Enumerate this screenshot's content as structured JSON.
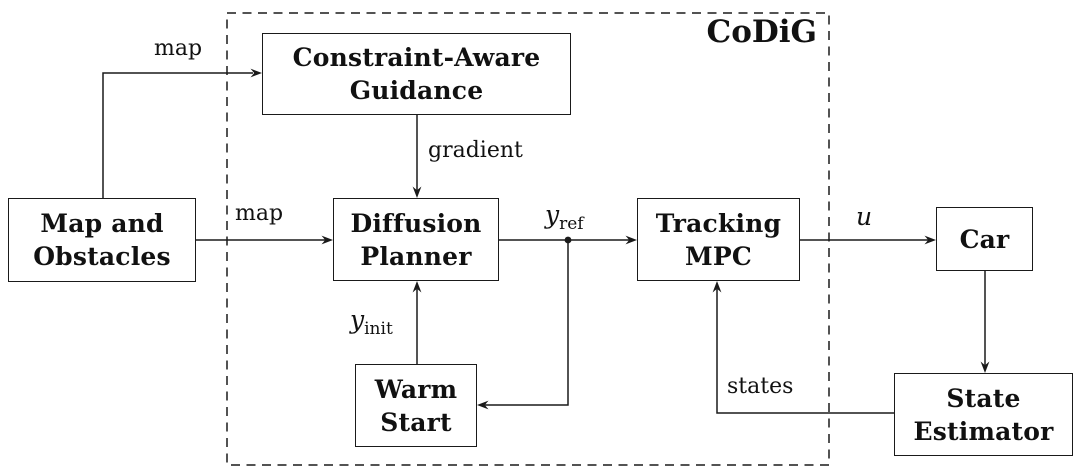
{
  "diagram": {
    "title": "CoDiG",
    "boxes": {
      "map_obstacles": {
        "line1": "Map and",
        "line2": "Obstacles"
      },
      "guidance": {
        "line1": "Constraint-Aware",
        "line2": "Guidance"
      },
      "diffusion_planner": {
        "line1": "Diffusion",
        "line2": "Planner"
      },
      "warm_start": {
        "line1": "Warm",
        "line2": "Start"
      },
      "tracking_mpc": {
        "line1": "Tracking",
        "line2": "MPC"
      },
      "car": {
        "line1": "Car"
      },
      "state_estimator": {
        "line1": "State",
        "line2": "Estimator"
      }
    },
    "edges": [
      {
        "id": "map-to-guidance",
        "from": "map_obstacles",
        "to": "guidance",
        "label": "map"
      },
      {
        "id": "map-to-planner",
        "from": "map_obstacles",
        "to": "diffusion_planner",
        "label": "map"
      },
      {
        "id": "guidance-to-planner",
        "from": "guidance",
        "to": "diffusion_planner",
        "label": "gradient"
      },
      {
        "id": "planner-to-mpc",
        "from": "diffusion_planner",
        "to": "tracking_mpc",
        "label_base": "y",
        "label_sub": "ref"
      },
      {
        "id": "junction-to-warmstart",
        "from": "planner_output_junction",
        "to": "warm_start",
        "label": ""
      },
      {
        "id": "warmstart-to-planner",
        "from": "warm_start",
        "to": "diffusion_planner",
        "label_base": "y",
        "label_sub": "init"
      },
      {
        "id": "mpc-to-car",
        "from": "tracking_mpc",
        "to": "car",
        "label": "u"
      },
      {
        "id": "car-to-estimator",
        "from": "car",
        "to": "state_estimator",
        "label": ""
      },
      {
        "id": "estimator-to-mpc",
        "from": "state_estimator",
        "to": "tracking_mpc",
        "label": "states"
      }
    ],
    "colors": {
      "line": "#1a1a1a",
      "background": "#ffffff"
    }
  }
}
